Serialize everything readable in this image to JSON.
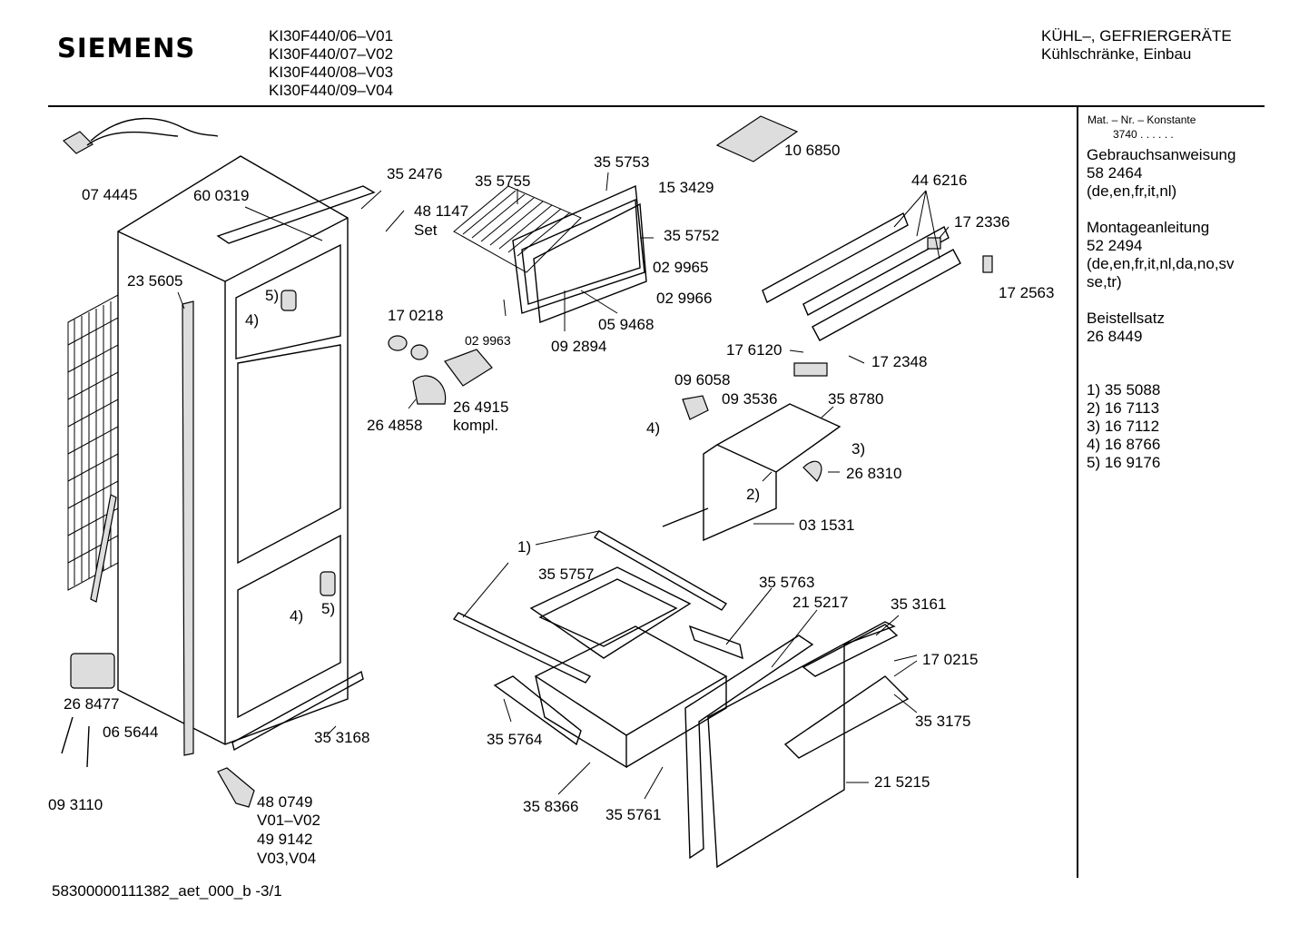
{
  "header": {
    "brand": "SIEMENS",
    "models": [
      "KI30F440/06–V01",
      "KI30F440/07–V02",
      "KI30F440/08–V03",
      "KI30F440/09–V04"
    ],
    "category": "KÜHL–, GEFRIERGERÄTE",
    "subcategory": "Kühlschränke, Einbau"
  },
  "sidebar": {
    "mat_label": "Mat. – Nr. – Konstante",
    "mat_value": "3740 . . . . . .",
    "docs": [
      {
        "title": "Gebrauchsanweisung",
        "number": "58 2464",
        "langs": "(de,en,fr,it,nl)"
      },
      {
        "title": "Montageanleitung",
        "number": "52 2494",
        "langs": "(de,en,fr,it,nl,da,no,sv",
        "langs2": "se,tr)"
      },
      {
        "title": "Beistellsatz",
        "number": "26 8449"
      }
    ],
    "notes": [
      "1) 35 5088",
      "2) 16 7113",
      "3) 16 7112",
      "4) 16 8766",
      "5) 16 9176"
    ]
  },
  "labels": [
    "07 4445",
    "60 0319",
    "35 2476",
    "48 1147",
    "Set",
    "23 5605",
    "5)",
    "4)",
    "35 5755",
    "35 5753",
    "15 3429",
    "10 6850",
    "35 5752",
    "02 9965",
    "02 9966",
    "17 0218",
    "02 9963",
    "05 9468",
    "09 2894",
    "26 4915",
    "kompl.",
    "26 4858",
    "44 6216",
    "17 2336",
    "17 2563",
    "17 6120",
    "17 2348",
    "09 6058",
    "09 3536",
    "35 8780",
    "4)",
    "3)",
    "26 8310",
    "2)",
    "03 1531",
    "1)",
    "35 5757",
    "35 5763",
    "21 5217",
    "35 3161",
    "17 0215",
    "35 3175",
    "35 5764",
    "4)",
    "5)",
    "26 8477",
    "06 5644",
    "35 3168",
    "21 5215",
    "35 8366",
    "35 5761",
    "09 3110",
    "48 0749",
    "V01–V02",
    "49 9142",
    "V03,V04"
  ],
  "footer": "58300000111382_aet_000_b  -3/1"
}
